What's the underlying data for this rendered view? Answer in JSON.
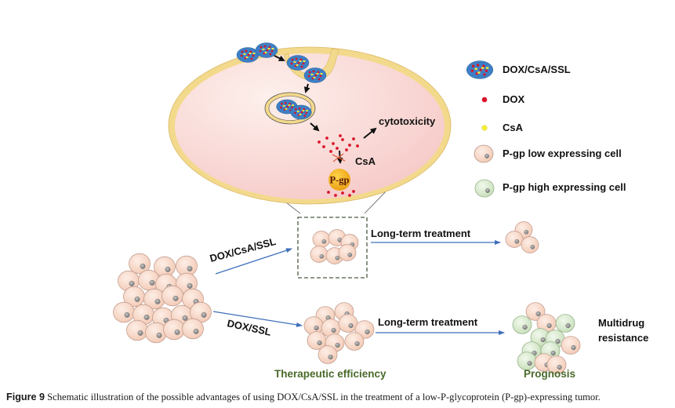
{
  "figure": {
    "number_label": "Figure 9",
    "caption": " Schematic illustration of the possible advantages of using DOX/CsA/SSL in the treatment of a low-P-glycoprotein (P-gp)-expressing tumor."
  },
  "cell_diagram": {
    "cytotoxicity_label": "cytotoxicity",
    "csa_label": "CsA",
    "pgp_label": "P-gp"
  },
  "legend": {
    "items": [
      {
        "icon": "liposome-icon",
        "label": "DOX/CsA/SSL"
      },
      {
        "icon": "red-dot-icon",
        "label": "DOX"
      },
      {
        "icon": "yellow-dot-icon",
        "label": "CsA"
      },
      {
        "icon": "pink-cell-icon",
        "label": "P-gp low expressing cell"
      },
      {
        "icon": "green-cell-icon",
        "label": "P-gp high expressing cell"
      }
    ]
  },
  "pathways": {
    "top_treatment": "DOX/CsA/SSL",
    "bottom_treatment": "DOX/SSL",
    "top_long_term": "Long-term treatment",
    "bottom_long_term": "Long-term treatment",
    "outcome_resistance": "Multidrug\nresistance",
    "outcome_resistance_line1": "Multidrug",
    "outcome_resistance_line2": "resistance",
    "therapeutic_label": "Therapeutic efficiency",
    "prognosis_label": "Prognosis"
  },
  "colors": {
    "cell_fill": "#f9d9c8",
    "cell_stroke": "#c9a090",
    "green_cell_fill": "#dcebd3",
    "green_cell_stroke": "#9db88e",
    "membrane": "#f3d98c",
    "cytoplasm": "#f8d4d0",
    "liposome": "#3d7fc4",
    "dox": "#d8142a",
    "csa": "#f3f03a",
    "pgp": "#f3b21b",
    "arrow_blue": "#3f6fba",
    "green_text": "#4a6a2a"
  }
}
